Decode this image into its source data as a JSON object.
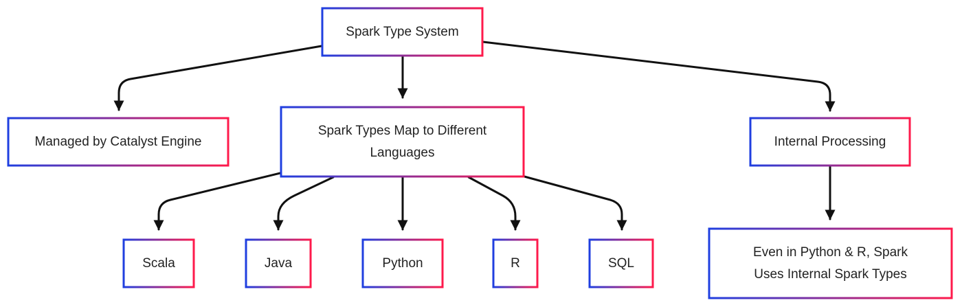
{
  "diagram": {
    "gradient_colors": [
      "#1f3fe0",
      "#ff1a4b"
    ],
    "nodes": {
      "root": {
        "lines": [
          "Spark Type System"
        ]
      },
      "catalyst": {
        "lines": [
          "Managed by Catalyst Engine"
        ]
      },
      "map": {
        "lines": [
          "Spark Types Map to Different",
          "Languages"
        ]
      },
      "internal": {
        "lines": [
          "Internal Processing"
        ]
      },
      "scala": {
        "lines": [
          "Scala"
        ]
      },
      "java": {
        "lines": [
          "Java"
        ]
      },
      "python": {
        "lines": [
          "Python"
        ]
      },
      "r": {
        "lines": [
          "R"
        ]
      },
      "sql": {
        "lines": [
          "SQL"
        ]
      },
      "even": {
        "lines": [
          "Even in Python & R, Spark",
          "Uses Internal Spark Types"
        ]
      }
    },
    "edges": [
      {
        "from": "root",
        "to": "catalyst"
      },
      {
        "from": "root",
        "to": "map"
      },
      {
        "from": "root",
        "to": "internal"
      },
      {
        "from": "map",
        "to": "scala"
      },
      {
        "from": "map",
        "to": "java"
      },
      {
        "from": "map",
        "to": "python"
      },
      {
        "from": "map",
        "to": "r"
      },
      {
        "from": "map",
        "to": "sql"
      },
      {
        "from": "internal",
        "to": "even"
      }
    ]
  }
}
